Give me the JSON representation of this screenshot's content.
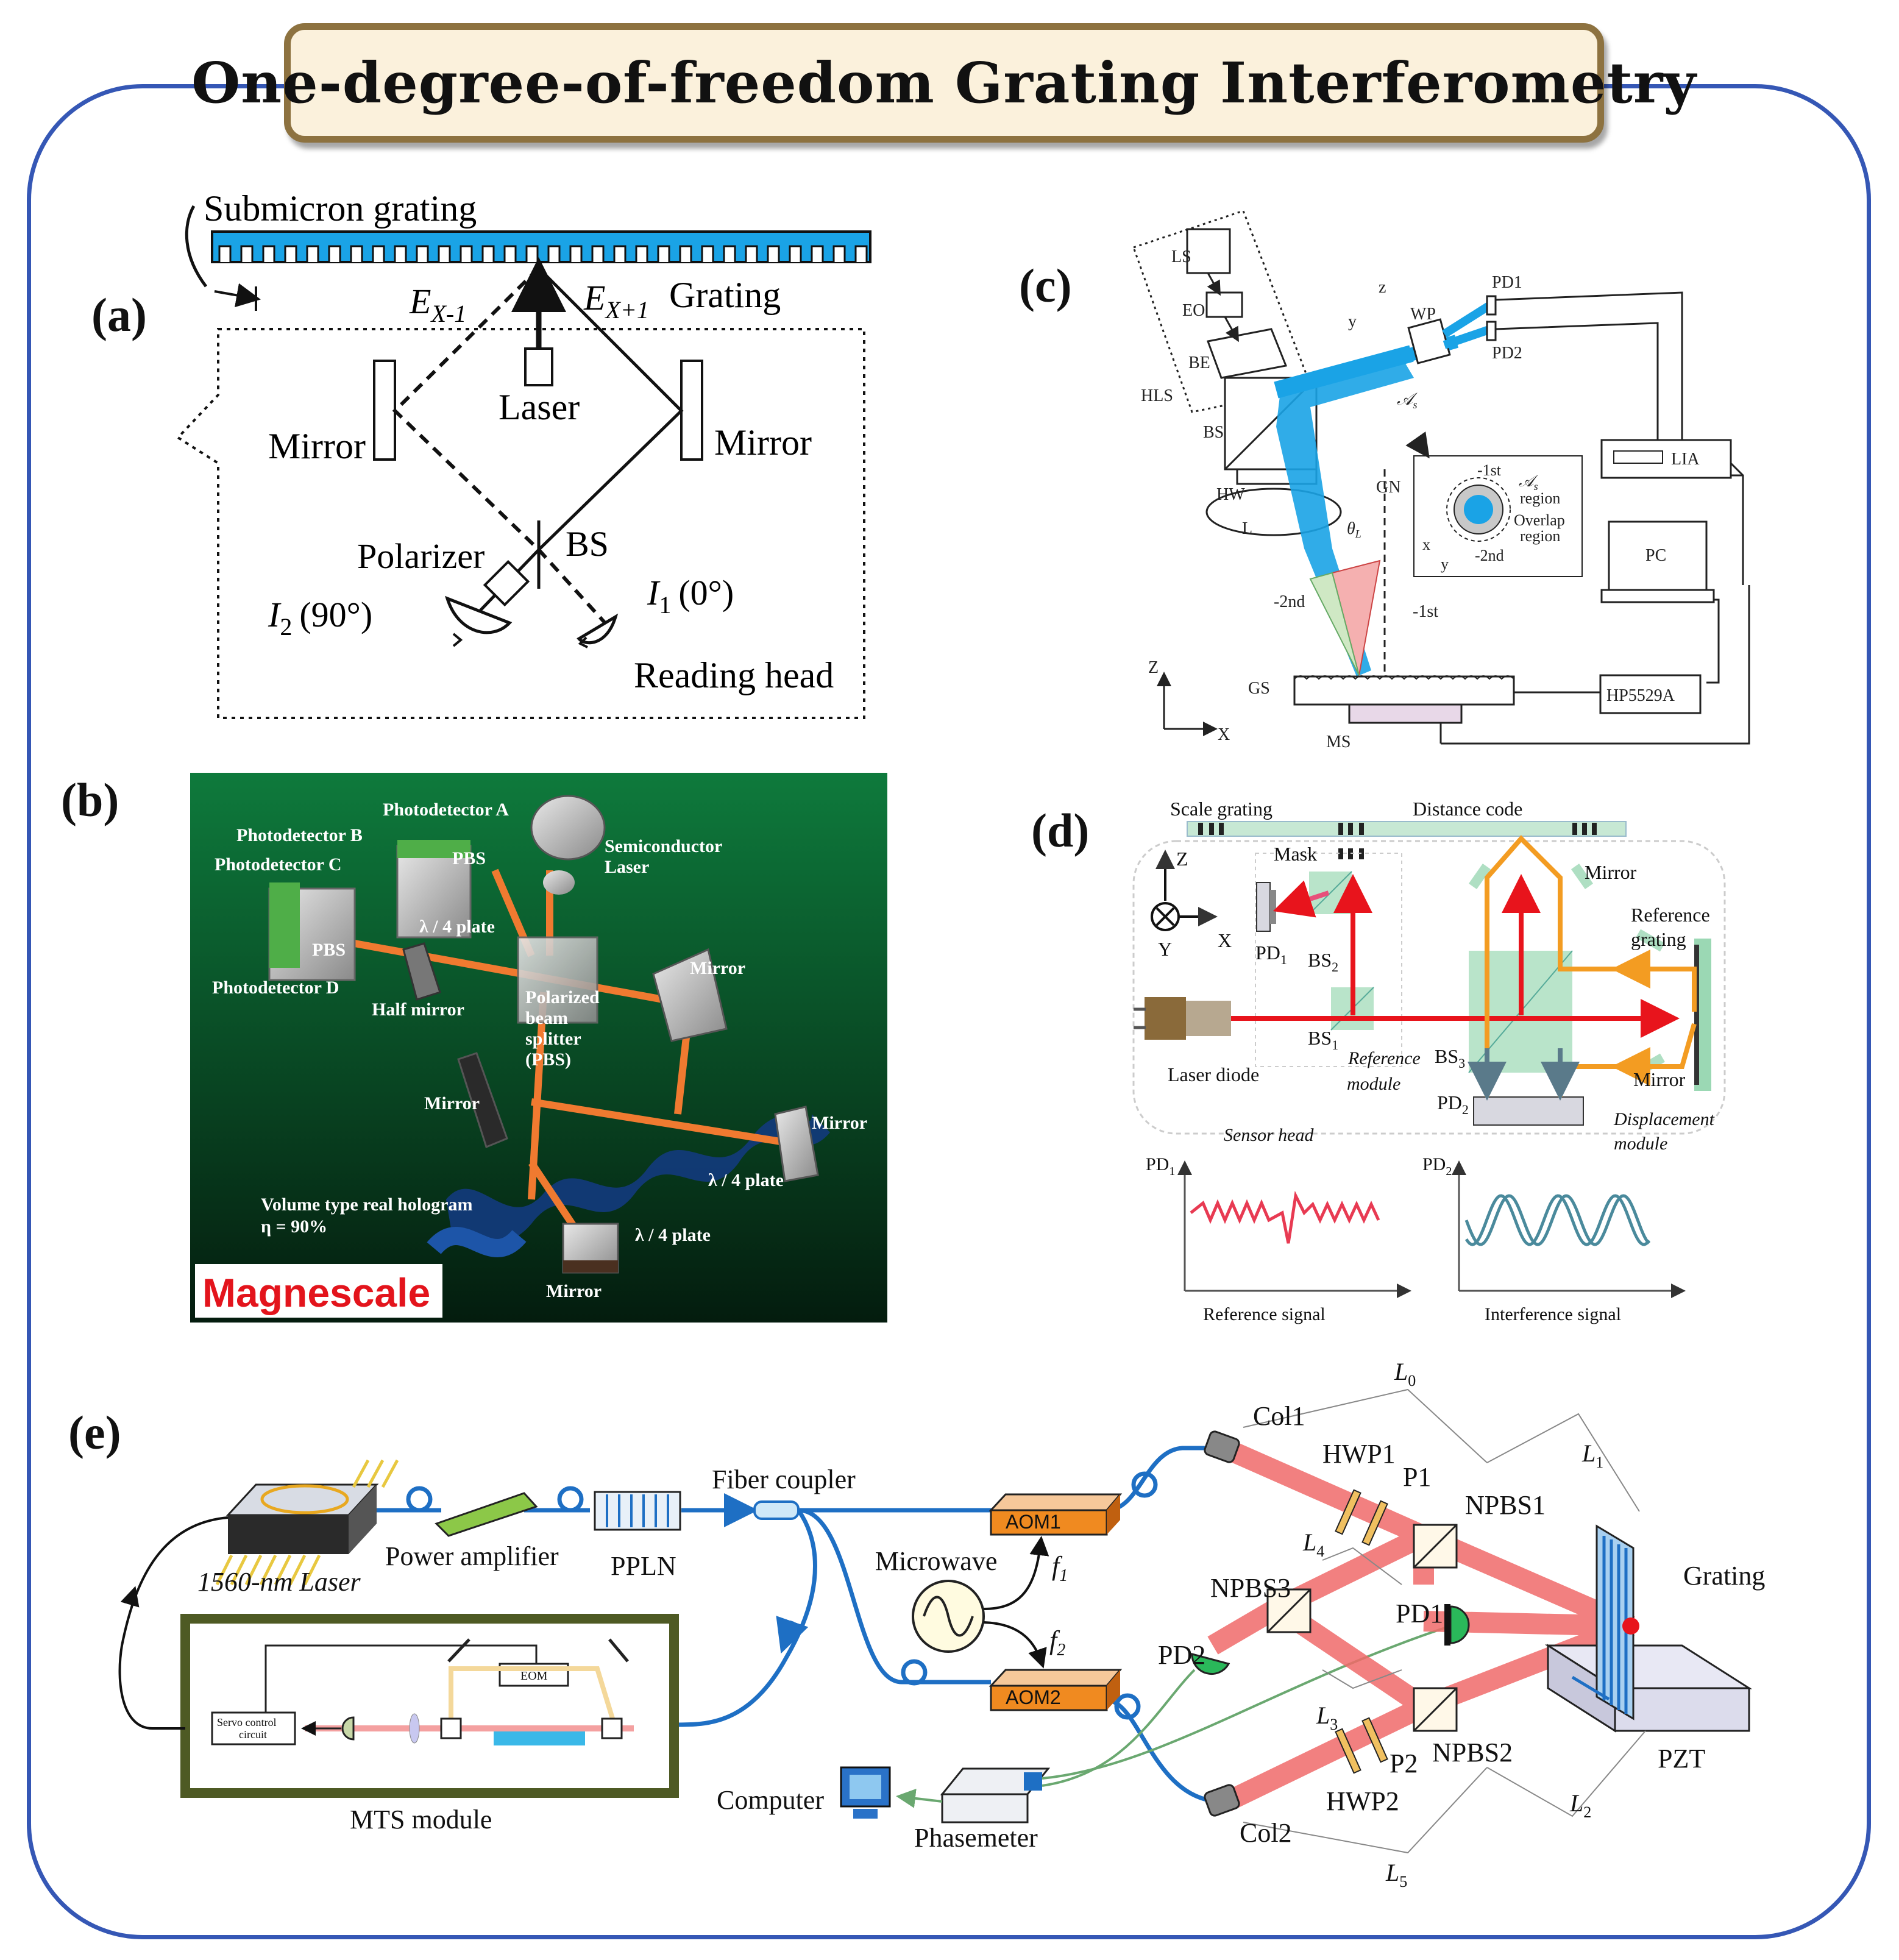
{
  "title": "One-degree-of-freedom Grating Interferometry",
  "panel_labels": {
    "a": "(a)",
    "b": "(b)",
    "c": "(c)",
    "d": "(d)",
    "e": "(e)"
  },
  "panel_a": {
    "submicron_grating": "Submicron grating",
    "grating": "Grating",
    "e_minus": "E",
    "e_minus_sub": "X-1",
    "e_plus": "E",
    "e_plus_sub": "X+1",
    "laser": "Laser",
    "mirror_left": "Mirror",
    "mirror_right": "Mirror",
    "polarizer": "Polarizer",
    "bs": "BS",
    "i2": "I",
    "i2_sub": "2",
    "i2_angle": "(90°)",
    "i1": "I",
    "i1_sub": "1",
    "i1_angle": "(0°)",
    "reading_head": "Reading head"
  },
  "panel_b": {
    "photodetector_a": "Photodetector A",
    "photodetector_b": "Photodetector B",
    "photodetector_c": "Photodetector C",
    "photodetector_d": "Photodetector D",
    "pbs_1": "PBS",
    "pbs_2": "PBS",
    "quarter_plate_1": "λ / 4 plate",
    "quarter_plate_2": "λ / 4 plate",
    "quarter_plate_3": "λ / 4 plate",
    "semiconductor": "Semiconductor",
    "laser": "Laser",
    "mirror_1": "Mirror",
    "mirror_2": "Mirror",
    "mirror_3": "Mirror",
    "mirror_4": "Mirror",
    "half_mirror": "Half mirror",
    "polarized": "Polarized",
    "beam": "beam",
    "splitter": "splitter",
    "pbs_paren": "(PBS)",
    "hologram": "Volume type real hologram",
    "eta": "η = 90%",
    "brand": "Magnescale",
    "colors": {
      "bg_top": "#0e7a3c",
      "bg_bottom": "#041c0e",
      "beam": "#f07a30",
      "hologram": "#123a78",
      "brand": "#e3141c"
    }
  },
  "panel_c": {
    "ls": "LS",
    "eo": "EO",
    "be": "BE",
    "hls": "HLS",
    "bs": "BS",
    "hw": "HW",
    "l": "L",
    "gn": "GN",
    "theta": "θ",
    "theta_sub": "L",
    "minus2nd": "-2nd",
    "minus1st": "-1st",
    "wp": "WP",
    "pd1": "PD1",
    "pd2": "PD2",
    "lia": "LIA",
    "pc": "PC",
    "hp": "HP5529A",
    "gs": "GS",
    "ms": "MS",
    "z": "Z",
    "x": "X",
    "a_s": "𝒜",
    "a_s_sub": "s",
    "inset_1st": "-1st",
    "inset_2nd": "-2nd",
    "inset_as": "𝒜",
    "inset_as_sub": "s",
    "inset_region1": "region",
    "inset_overlap": "Overlap",
    "inset_region2": "region",
    "inset_x": "x",
    "inset_y": "y",
    "local_z": "z",
    "local_y": "y"
  },
  "panel_d": {
    "scale_grating": "Scale grating",
    "distance_code": "Distance code",
    "mask": "Mask",
    "mirror_top": "Mirror",
    "reference": "Reference",
    "grating": "grating",
    "mirror_bottom": "Mirror",
    "z": "Z",
    "x": "X",
    "y": "Y",
    "pd1": "PD",
    "pd1_sub": "1",
    "bs2": "BS",
    "bs2_sub": "2",
    "bs1": "BS",
    "bs1_sub": "1",
    "bs3": "BS",
    "bs3_sub": "3",
    "laser_diode": "Laser diode",
    "reference_module_1": "Reference",
    "reference_module_2": "module",
    "pd2": "PD",
    "pd2_sub": "2",
    "sensor_head": "Sensor head",
    "displacement_1": "Displacement",
    "displacement_2": "module",
    "plot1_ylabel": "PD",
    "plot1_ylabel_sub": "1",
    "plot2_ylabel": "PD",
    "plot2_ylabel_sub": "2",
    "plot1_caption": "Reference signal",
    "plot2_caption": "Interference signal",
    "colors": {
      "red": "#e8141c",
      "orange": "#f39c22",
      "green": "#9bd8b4",
      "signal_red": "#e83a52",
      "signal_blue": "#4a8a9c"
    }
  },
  "panel_e": {
    "laser": "1560-nm Laser",
    "power_amplifier": "Power amplifier",
    "ppln": "PPLN",
    "fiber_coupler": "Fiber coupler",
    "microwave": "Microwave",
    "f1": "f",
    "f1_sub": "1",
    "f2": "f",
    "f2_sub": "2",
    "aom1": "AOM1",
    "aom2": "AOM2",
    "servo_1": "Servo control",
    "servo_2": "circuit",
    "eom": "EOM",
    "mts": "MTS module",
    "computer": "Computer",
    "phasemeter": "Phasemeter",
    "col1": "Col1",
    "col2": "Col2",
    "hwp1": "HWP1",
    "hwp2": "HWP2",
    "p1": "P1",
    "p2": "P2",
    "npbs1": "NPBS1",
    "npbs2": "NPBS2",
    "npbs3": "NPBS3",
    "pd1": "PD1",
    "pd2": "PD2",
    "grating": "Grating",
    "pzt": "PZT",
    "l0": "L",
    "l0_sub": "0",
    "l1": "L",
    "l1_sub": "1",
    "l2": "L",
    "l2_sub": "2",
    "l3": "L",
    "l3_sub": "3",
    "l4": "L",
    "l4_sub": "4",
    "l5": "L",
    "l5_sub": "5",
    "colors": {
      "fiber": "#1e6fc4",
      "beam": "#f06a6a",
      "aom": "#f08a20",
      "mts_border": "#4e5a24"
    }
  }
}
